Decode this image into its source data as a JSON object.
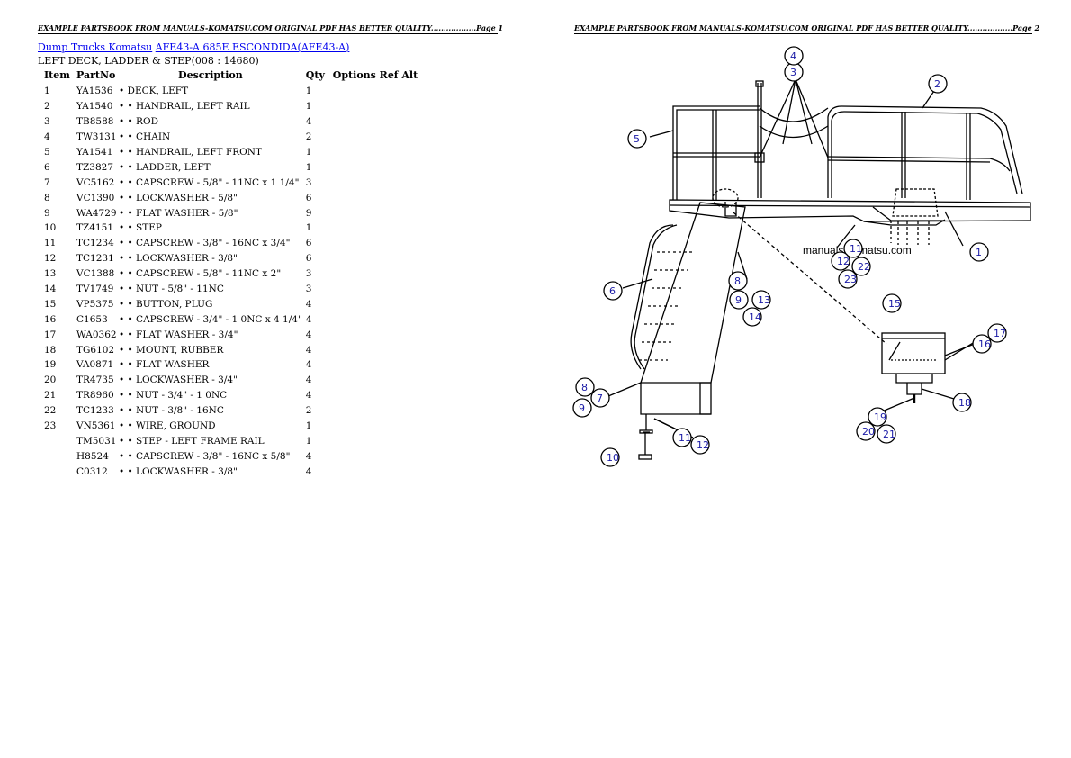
{
  "headers": {
    "page1": "EXAMPLE PARTSBOOK FROM MANUALS-KOMATSU.COM ORIGINAL PDF HAS BETTER QUALITY..................Page 1",
    "page2": "EXAMPLE PARTSBOOK FROM MANUALS-KOMATSU.COM ORIGINAL PDF HAS BETTER QUALITY..................Page 2"
  },
  "breadcrumb": {
    "link1": "Dump Trucks Komatsu",
    "link2": "AFE43-A 685E ESCONDIDA(AFE43-A)"
  },
  "section_title": "LEFT DECK, LADDER & STEP(008 : 14680)",
  "table": {
    "headers": [
      "Item",
      "PartNo",
      "Description",
      "Qty",
      "Options Ref Alt"
    ],
    "rows": [
      {
        "item": "1",
        "part": "YA1536",
        "desc": "• DECK, LEFT",
        "qty": "1"
      },
      {
        "item": "2",
        "part": "YA1540",
        "desc": "• • HANDRAIL, LEFT RAIL",
        "qty": "1"
      },
      {
        "item": "3",
        "part": "TB8588",
        "desc": "• • ROD",
        "qty": "4"
      },
      {
        "item": "4",
        "part": "TW3131",
        "desc": "• • CHAIN",
        "qty": "2"
      },
      {
        "item": "5",
        "part": "YA1541",
        "desc": "• • HANDRAIL, LEFT FRONT",
        "qty": "1"
      },
      {
        "item": "6",
        "part": "TZ3827",
        "desc": "• • LADDER, LEFT",
        "qty": "1"
      },
      {
        "item": "7",
        "part": "VC5162",
        "desc": "• • CAPSCREW - 5/8\" - 11NC x 1 1/4\"",
        "qty": "3"
      },
      {
        "item": "8",
        "part": "VC1390",
        "desc": "• • LOCKWASHER - 5/8\"",
        "qty": "6"
      },
      {
        "item": "9",
        "part": "WA4729",
        "desc": "• • FLAT WASHER - 5/8\"",
        "qty": "9"
      },
      {
        "item": "10",
        "part": "TZ4151",
        "desc": "• • STEP",
        "qty": "1"
      },
      {
        "item": "11",
        "part": "TC1234",
        "desc": "• • CAPSCREW - 3/8\" - 16NC x 3/4\"",
        "qty": "6"
      },
      {
        "item": "12",
        "part": "TC1231",
        "desc": "• • LOCKWASHER - 3/8\"",
        "qty": "6"
      },
      {
        "item": "13",
        "part": "VC1388",
        "desc": "• • CAPSCREW - 5/8\" - 11NC x 2\"",
        "qty": "3"
      },
      {
        "item": "14",
        "part": "TV1749",
        "desc": "• • NUT - 5/8\" - 11NC",
        "qty": "3"
      },
      {
        "item": "15",
        "part": "VP5375",
        "desc": "• • BUTTON, PLUG",
        "qty": "4"
      },
      {
        "item": "16",
        "part": "C1653",
        "desc": "• • CAPSCREW - 3/4\" - 1 0NC x 4 1/4\"",
        "qty": "4"
      },
      {
        "item": "17",
        "part": "WA0362",
        "desc": "• • FLAT WASHER - 3/4\"",
        "qty": "4"
      },
      {
        "item": "18",
        "part": "TG6102",
        "desc": "• • MOUNT, RUBBER",
        "qty": "4"
      },
      {
        "item": "19",
        "part": "VA0871",
        "desc": "• • FLAT WASHER",
        "qty": "4"
      },
      {
        "item": "20",
        "part": "TR4735",
        "desc": "• • LOCKWASHER - 3/4\"",
        "qty": "4"
      },
      {
        "item": "21",
        "part": "TR8960",
        "desc": "• • NUT - 3/4\" - 1 0NC",
        "qty": "4"
      },
      {
        "item": "22",
        "part": "TC1233",
        "desc": "• • NUT - 3/8\" - 16NC",
        "qty": "2"
      },
      {
        "item": "23",
        "part": "VN5361",
        "desc": "• • WIRE, GROUND",
        "qty": "1"
      },
      {
        "item": "",
        "part": "TM5031",
        "desc": "• • STEP - LEFT FRAME RAIL",
        "qty": "1"
      },
      {
        "item": "",
        "part": "H8524",
        "desc": "• • CAPSCREW - 3/8\" - 16NC x 5/8\"",
        "qty": "4"
      },
      {
        "item": "",
        "part": "C0312",
        "desc": "• • LOCKWASHER - 3/8\"",
        "qty": "4"
      }
    ]
  },
  "diagram": {
    "watermark": "manuals-komatsu.com",
    "callouts": [
      "1",
      "2",
      "3",
      "4",
      "5",
      "6",
      "7",
      "8",
      "8",
      "9",
      "9",
      "10",
      "11",
      "11",
      "12",
      "12",
      "13",
      "14",
      "15",
      "16",
      "17",
      "18",
      "19",
      "20",
      "21",
      "22",
      "23"
    ]
  }
}
